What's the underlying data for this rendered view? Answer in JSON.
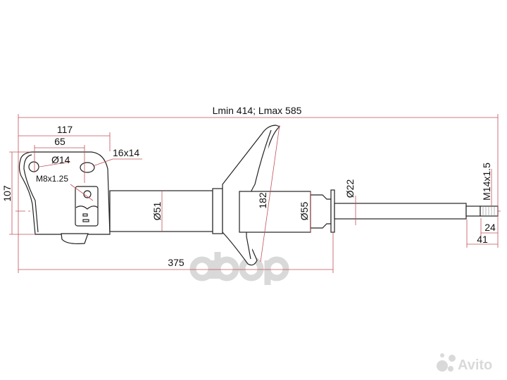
{
  "drawing": {
    "length_label": "Lmin 414; Lmax 585",
    "dimensions": {
      "bracket_width": "117",
      "hole_spacing": "65",
      "hole_diameter": "Ø14",
      "slot": "16x14",
      "bolt_thread": "M8x1.25",
      "bracket_height": "107",
      "tube_diameter": "Ø51",
      "seat_height": "182",
      "body_diameter": "Ø55",
      "rod_diameter": "Ø22",
      "rod_thread": "M14x1.5",
      "thread_length": "24",
      "rod_end_length": "41",
      "body_length": "375"
    },
    "line_color": "#c0505a"
  },
  "watermarks": {
    "brand": "аорс",
    "marketplace": "Avito"
  }
}
